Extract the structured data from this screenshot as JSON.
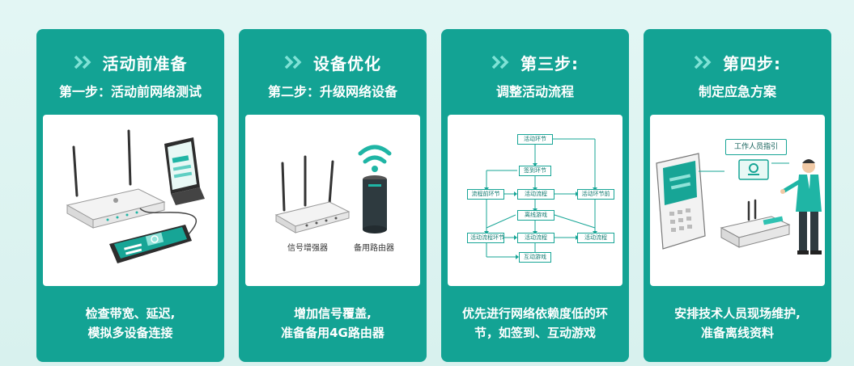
{
  "colors": {
    "card": "#13a394",
    "accent": "#1fb5a5",
    "dark": "#1e2a2e",
    "background": "#e3f6f4"
  },
  "cards": [
    {
      "title": "活动前准备",
      "subtitle": "第一步：活动前网络测试",
      "description_lines": [
        "检查带宽、延迟,",
        "模拟多设备连接"
      ],
      "icons": [
        "router-icon",
        "phone-stand-icon",
        "tablet-icon"
      ]
    },
    {
      "title": "设备优化",
      "subtitle": "第二步：升级网络设备",
      "captions": [
        "信号增强器",
        "备用路由器"
      ],
      "description_lines": [
        "增加信号覆盖,",
        "准备备用4G路由器"
      ],
      "icons": [
        "router-icon",
        "wifi-icon",
        "backup-router-icon"
      ]
    },
    {
      "title": "第三步:",
      "subtitle": "调整活动流程",
      "flow_nodes": [
        "活动环节",
        "签到环节",
        "流程前环节",
        "活动流程",
        "活动环节前",
        "离线游戏",
        "活动流程环节",
        "活动流程",
        "活动流程",
        "互动游戏"
      ],
      "description_lines": [
        "优先进行网络依赖度低的环",
        "节，如签到、互动游戏"
      ],
      "icons": [
        "flowchart-icon"
      ]
    },
    {
      "title": "第四步:",
      "subtitle": "制定应急方案",
      "badge": "工作人员指引",
      "description_lines": [
        "安排技术人员现场维护,",
        "准备离线资料"
      ],
      "icons": [
        "kiosk-icon",
        "router-icon",
        "technician-icon",
        "location-icon"
      ]
    }
  ]
}
